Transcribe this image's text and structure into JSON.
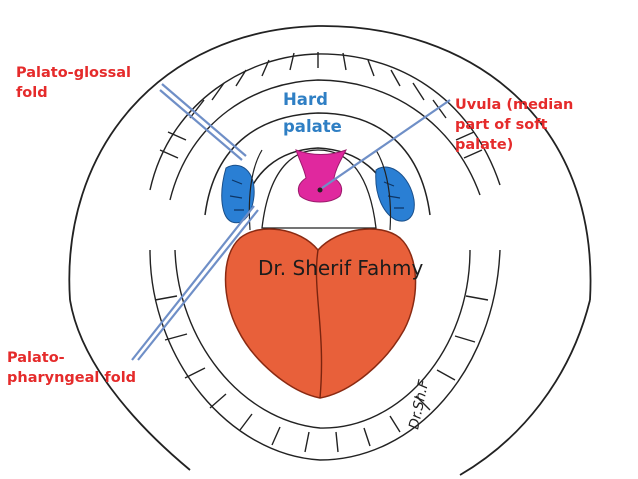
{
  "labels": {
    "palato_glossal": "Palato-glossal\nfold",
    "palato_pharyngeal": "Palato-\npharyngeal fold",
    "hard_palate": "Hard\npalate",
    "uvula": "Uvula (median\npart of soft\npalate)"
  },
  "watermark": "Dr. Sherif Fahmy",
  "signature": "Dr.Sh.F",
  "colors": {
    "label_text": "#e52b2b",
    "hard_palate_text": "#2f7fc4",
    "tongue": "#e8603a",
    "uvula": "#e0289e",
    "tonsil": "#2a7fd4",
    "outline": "#222222",
    "pointer": "#6f8fc7"
  }
}
